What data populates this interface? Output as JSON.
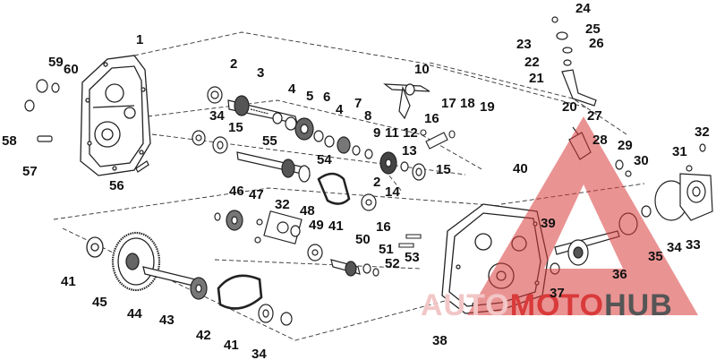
{
  "diagram": {
    "callouts": [
      {
        "label": "1"
      },
      {
        "label": "2"
      },
      {
        "label": "3"
      },
      {
        "label": "4"
      },
      {
        "label": "5"
      },
      {
        "label": "6"
      },
      {
        "label": "4"
      },
      {
        "label": "7"
      },
      {
        "label": "8"
      },
      {
        "label": "9"
      },
      {
        "label": "10"
      },
      {
        "label": "11"
      },
      {
        "label": "12"
      },
      {
        "label": "13"
      },
      {
        "label": "14"
      },
      {
        "label": "15"
      },
      {
        "label": "15"
      },
      {
        "label": "16"
      },
      {
        "label": "17"
      },
      {
        "label": "18"
      },
      {
        "label": "19"
      },
      {
        "label": "2"
      },
      {
        "label": "20"
      },
      {
        "label": "21"
      },
      {
        "label": "22"
      },
      {
        "label": "23"
      },
      {
        "label": "24"
      },
      {
        "label": "25"
      },
      {
        "label": "26"
      },
      {
        "label": "27"
      },
      {
        "label": "28"
      },
      {
        "label": "29"
      },
      {
        "label": "30"
      },
      {
        "label": "31"
      },
      {
        "label": "32"
      },
      {
        "label": "32"
      },
      {
        "label": "33"
      },
      {
        "label": "34"
      },
      {
        "label": "34"
      },
      {
        "label": "34"
      },
      {
        "label": "35"
      },
      {
        "label": "36"
      },
      {
        "label": "37"
      },
      {
        "label": "38"
      },
      {
        "label": "39"
      },
      {
        "label": "40"
      },
      {
        "label": "41"
      },
      {
        "label": "41"
      },
      {
        "label": "41"
      },
      {
        "label": "42"
      },
      {
        "label": "43"
      },
      {
        "label": "44"
      },
      {
        "label": "45"
      },
      {
        "label": "46"
      },
      {
        "label": "47"
      },
      {
        "label": "48"
      },
      {
        "label": "49"
      },
      {
        "label": "50"
      },
      {
        "label": "51"
      },
      {
        "label": "52"
      },
      {
        "label": "53"
      },
      {
        "label": "54"
      },
      {
        "label": "55"
      },
      {
        "label": "56"
      },
      {
        "label": "57"
      },
      {
        "label": "58"
      },
      {
        "label": "59"
      },
      {
        "label": "60"
      },
      {
        "label": "16"
      }
    ]
  },
  "watermark": {
    "part1": "AUTO",
    "part2": "MOTO",
    "part3": "HUB",
    "color_light": "#f2c6c6",
    "color_red": "#d93a3a",
    "color_dark": "#555555"
  },
  "colors": {
    "ink": "#111111",
    "line": "#222222",
    "dash": "#333333"
  }
}
